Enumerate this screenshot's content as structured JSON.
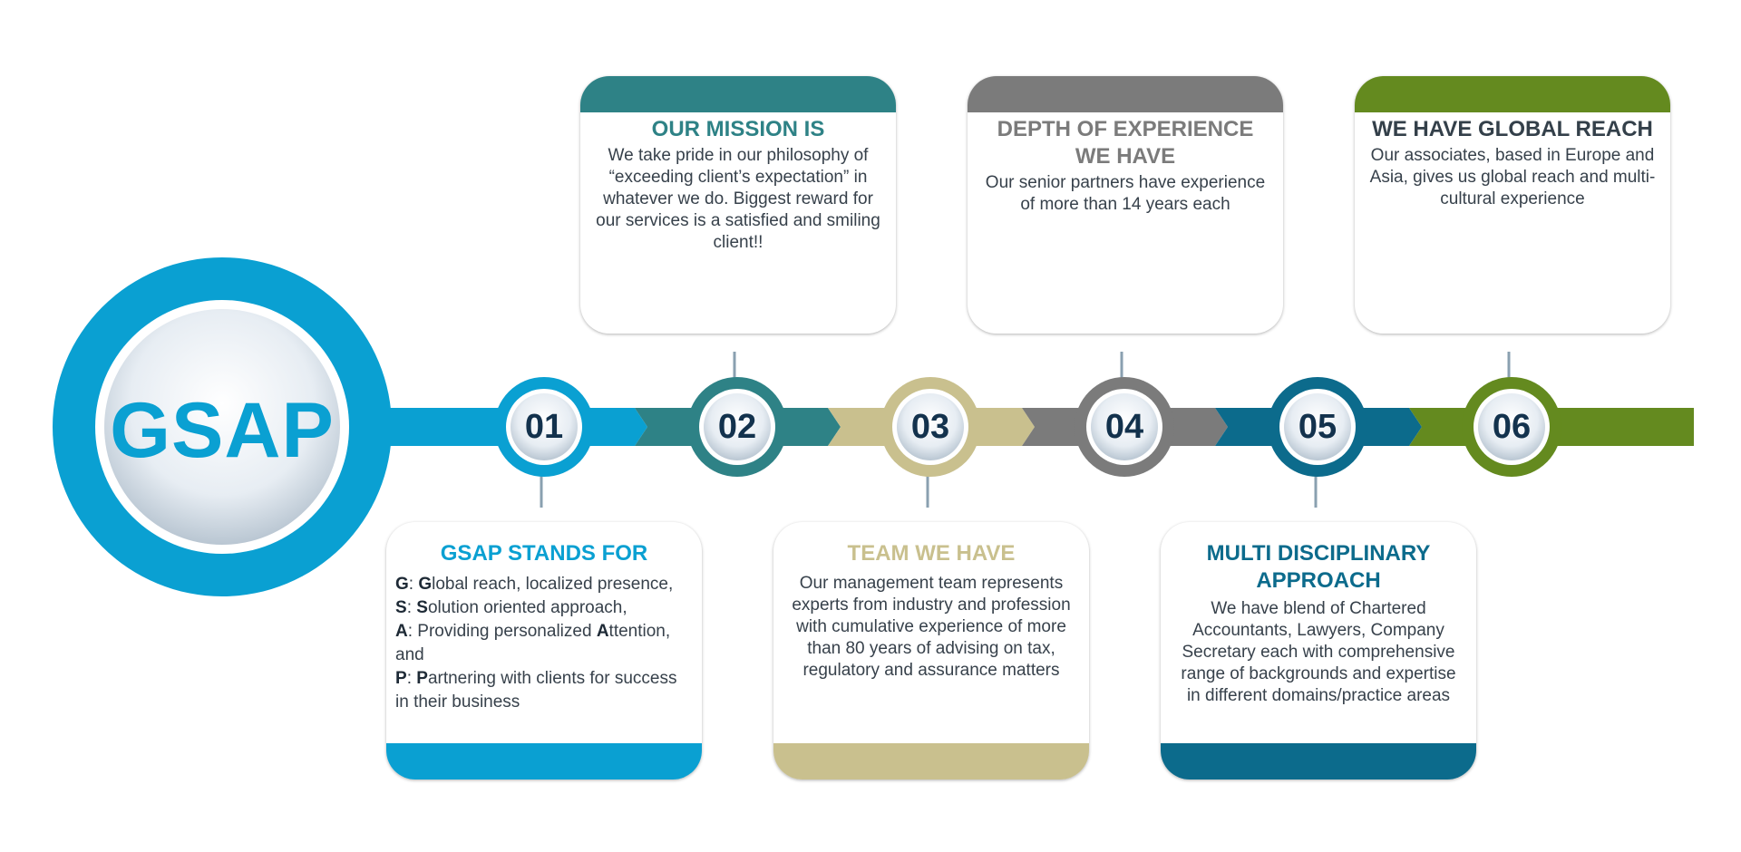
{
  "logo": {
    "text": "GSAP"
  },
  "colors": {
    "blue": "#0aa0d2",
    "teal": "#2e8286",
    "khaki": "#c9c08e",
    "gray": "#7b7b7b",
    "navy": "#0c6b8c",
    "green": "#648a1f"
  },
  "nodes": [
    "01",
    "02",
    "03",
    "04",
    "05",
    "06"
  ],
  "cards": {
    "gsap_stands_for": {
      "title": "GSAP STANDS FOR",
      "lines": [
        {
          "key": "G",
          "sep": ": ",
          "cap": "G",
          "rest": "lobal reach, localized presence,"
        },
        {
          "key": "S",
          "sep": ": ",
          "cap": "S",
          "rest": "olution oriented approach,"
        },
        {
          "key": "A",
          "sep": ": Providing personalized ",
          "cap": "A",
          "rest": "ttention, and"
        },
        {
          "key": "P",
          "sep": ": ",
          "cap": "P",
          "rest": "artnering with clients for success in their business"
        }
      ]
    },
    "mission": {
      "title": "OUR MISSION IS",
      "body": "We take pride in our philosophy of “exceeding client’s expectation” in whatever we do. Biggest reward for our services is a satisfied and smiling client!!"
    },
    "team": {
      "title": "TEAM WE HAVE",
      "body": "Our management team represents experts from industry and profession with cumulative experience of more than 80 years of advising on tax, regulatory and assurance matters"
    },
    "experience": {
      "title": "DEPTH OF EXPERIENCE WE HAVE",
      "body": "Our senior partners have experience of more than 14 years each"
    },
    "multi": {
      "title": "MULTI DISCIPLINARY APPROACH",
      "body": "We have blend of Chartered Accountants, Lawyers, Company Secretary each with comprehensive range of backgrounds and expertise in different domains/practice areas"
    },
    "global": {
      "title": "WE HAVE GLOBAL REACH",
      "body": "Our associates, based in Europe and Asia, gives us global reach and multi-cultural experience"
    }
  }
}
